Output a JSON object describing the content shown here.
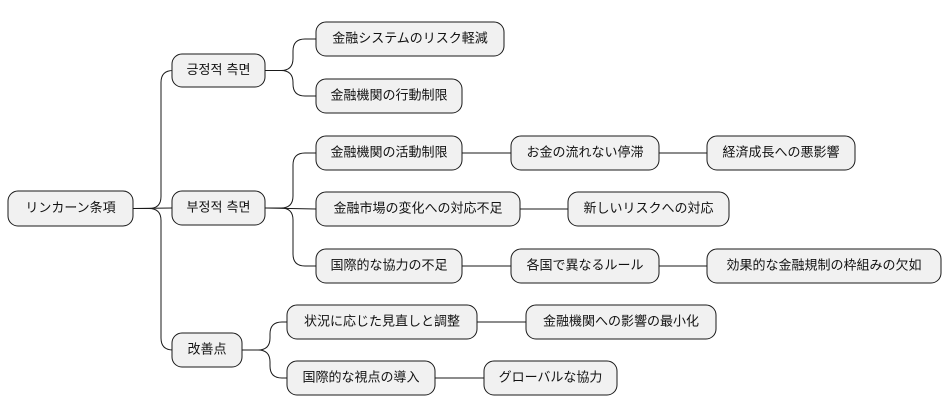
{
  "root": {
    "label": "リンカーン条項",
    "children": [
      {
        "label": "긍정적 측면",
        "children": [
          {
            "label": "金融システムのリスク軽減",
            "children": []
          },
          {
            "label": "金融機関の行動制限",
            "children": []
          }
        ]
      },
      {
        "label": "부정적 측면",
        "children": [
          {
            "label": "金融機関の活動制限",
            "children": [
              {
                "label": "お金の流れない停滞",
                "children": [
                  {
                    "label": "経済成長への悪影響",
                    "children": []
                  }
                ]
              }
            ]
          },
          {
            "label": "金融市場の変化への対応不足",
            "children": [
              {
                "label": "新しいリスクへの対応",
                "children": []
              }
            ]
          },
          {
            "label": "国際的な協力の不足",
            "children": [
              {
                "label": "各国で異なるルール",
                "children": [
                  {
                    "label": "効果的な金融規制の枠組みの欠如",
                    "children": []
                  }
                ]
              }
            ]
          }
        ]
      },
      {
        "label": "改善点",
        "children": [
          {
            "label": "状況に応じた見直しと調整",
            "children": [
              {
                "label": "金融機関への影響の最小化",
                "children": []
              }
            ]
          },
          {
            "label": "国際的な視点の導入",
            "children": [
              {
                "label": "グローバルな協力",
                "children": []
              }
            ]
          }
        ]
      }
    ]
  },
  "colors": {
    "node_fill": "#f1f1f1",
    "node_stroke": "#1a1a1a",
    "edge": "#1a1a1a",
    "text": "#111111"
  }
}
